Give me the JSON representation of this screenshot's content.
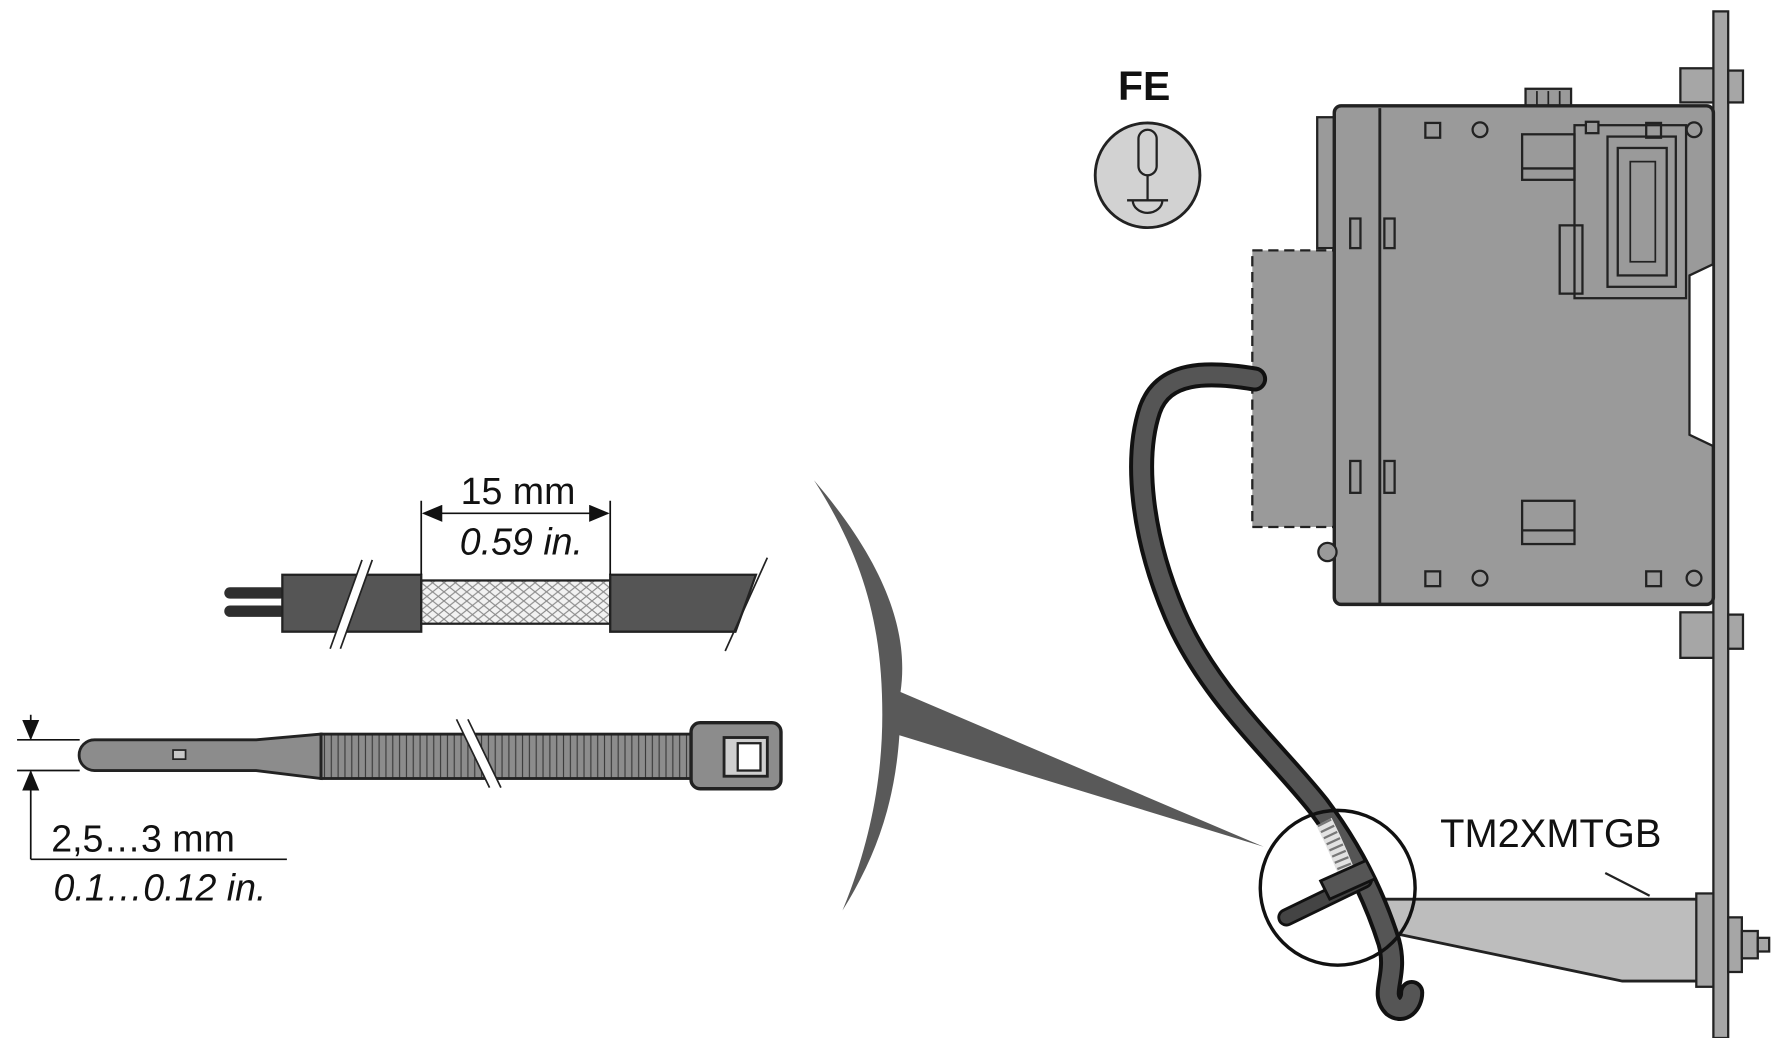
{
  "ground_label": "FE",
  "strip_length": {
    "metric": "15 mm",
    "imperial": "0.59 in."
  },
  "tie_width": {
    "metric": "2,5…3 mm",
    "imperial": "0.1…0.12 in."
  },
  "bracket_label": "TM2XMTGB",
  "icons": {
    "ground": "functional-earth-icon"
  },
  "colors": {
    "housing": "#9a9a9a",
    "cable": "#4d4d4d",
    "tie": "#8c8c8c"
  }
}
